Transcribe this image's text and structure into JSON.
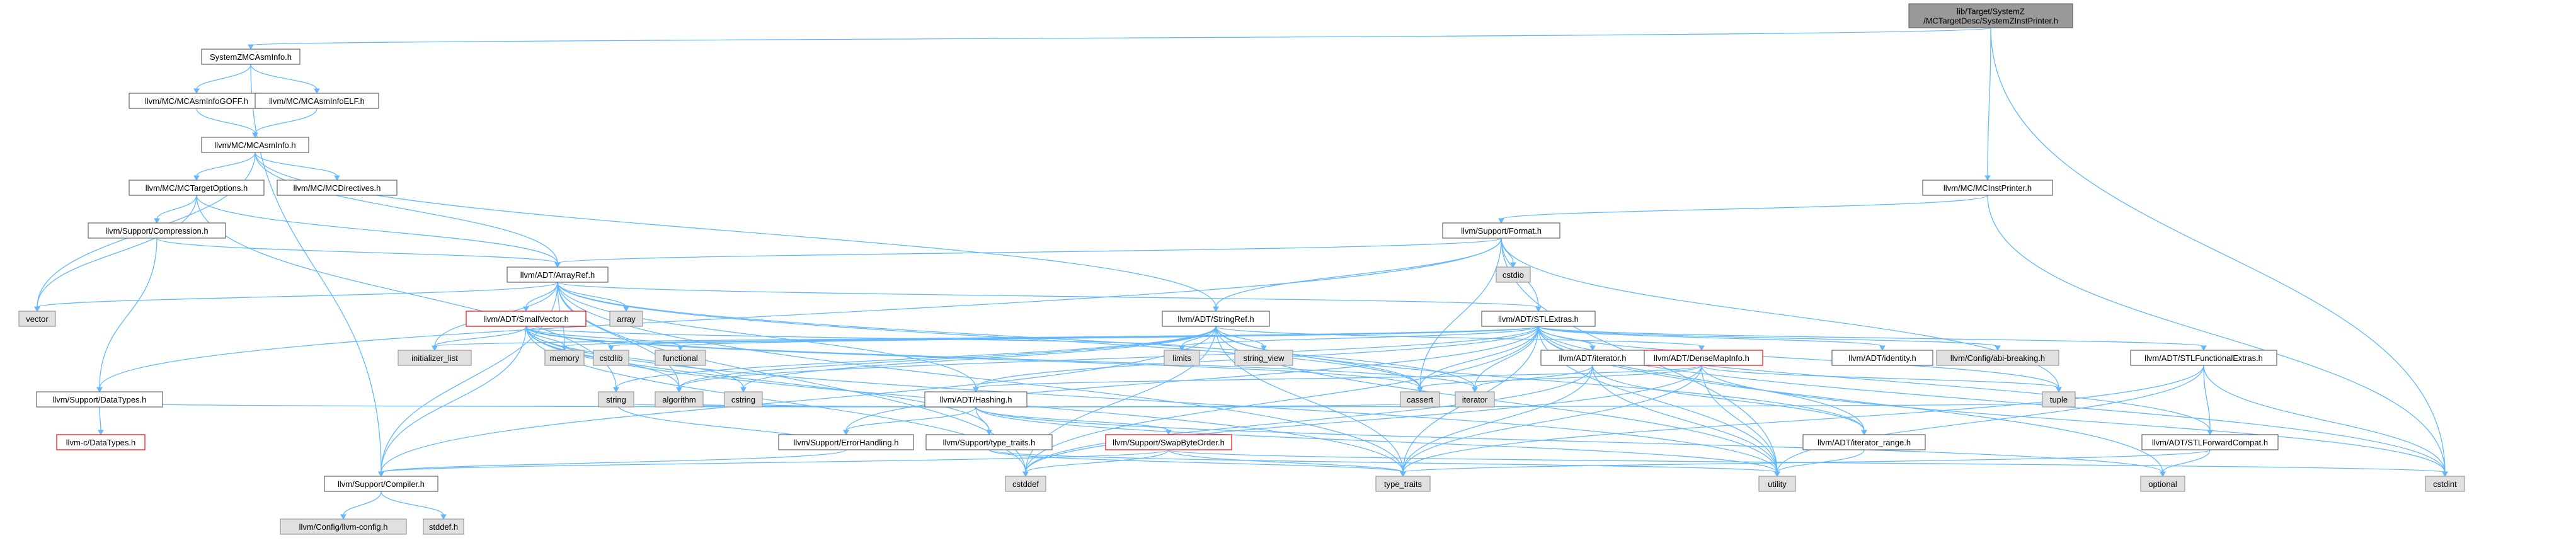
{
  "colors": {
    "edge": "#63b8ff",
    "root_fill": "#999999",
    "root_stroke": "#666666",
    "normal_fill": "#ffffff",
    "normal_stroke": "#666666",
    "external_fill": "#e0e0e0",
    "external_stroke": "#999999",
    "truncated_stroke": "#ff0000"
  },
  "graph": {
    "nodes": [
      {
        "id": "root",
        "lines": [
          "lib/Target/SystemZ",
          "/MCTargetDesc/SystemZInstPrinter.h"
        ],
        "kind": "root"
      },
      {
        "id": "SystemZMCAsmInfo",
        "lines": [
          "SystemZMCAsmInfo.h"
        ],
        "kind": "normal"
      },
      {
        "id": "MCAsmInfoGOFF",
        "lines": [
          "llvm/MC/MCAsmInfoGOFF.h"
        ],
        "kind": "normal"
      },
      {
        "id": "MCAsmInfoELF",
        "lines": [
          "llvm/MC/MCAsmInfoELF.h"
        ],
        "kind": "normal"
      },
      {
        "id": "MCAsmInfo",
        "lines": [
          "llvm/MC/MCAsmInfo.h"
        ],
        "kind": "normal"
      },
      {
        "id": "MCTargetOptions",
        "lines": [
          "llvm/MC/MCTargetOptions.h"
        ],
        "kind": "normal"
      },
      {
        "id": "MCDirectives",
        "lines": [
          "llvm/MC/MCDirectives.h"
        ],
        "kind": "normal"
      },
      {
        "id": "Compression",
        "lines": [
          "llvm/Support/Compression.h"
        ],
        "kind": "normal"
      },
      {
        "id": "MCInstPrinter",
        "lines": [
          "llvm/MC/MCInstPrinter.h"
        ],
        "kind": "normal"
      },
      {
        "id": "Format",
        "lines": [
          "llvm/Support/Format.h"
        ],
        "kind": "normal"
      },
      {
        "id": "cstdio",
        "lines": [
          "cstdio"
        ],
        "kind": "external"
      },
      {
        "id": "ArrayRef",
        "lines": [
          "llvm/ADT/ArrayRef.h"
        ],
        "kind": "normal"
      },
      {
        "id": "vector",
        "lines": [
          "vector"
        ],
        "kind": "external"
      },
      {
        "id": "array",
        "lines": [
          "array"
        ],
        "kind": "external"
      },
      {
        "id": "SmallVector",
        "lines": [
          "llvm/ADT/SmallVector.h"
        ],
        "kind": "truncated"
      },
      {
        "id": "StringRef",
        "lines": [
          "llvm/ADT/StringRef.h"
        ],
        "kind": "normal"
      },
      {
        "id": "STLExtras",
        "lines": [
          "llvm/ADT/STLExtras.h"
        ],
        "kind": "normal"
      },
      {
        "id": "initializer_list",
        "lines": [
          "initializer_list"
        ],
        "kind": "external"
      },
      {
        "id": "memory",
        "lines": [
          "memory"
        ],
        "kind": "external"
      },
      {
        "id": "cstdlib",
        "lines": [
          "cstdlib"
        ],
        "kind": "external"
      },
      {
        "id": "functional",
        "lines": [
          "functional"
        ],
        "kind": "external"
      },
      {
        "id": "limits",
        "lines": [
          "limits"
        ],
        "kind": "external"
      },
      {
        "id": "string_view",
        "lines": [
          "string_view"
        ],
        "kind": "external"
      },
      {
        "id": "DenseMapInfo",
        "lines": [
          "llvm/ADT/DenseMapInfo.h"
        ],
        "kind": "truncated"
      },
      {
        "id": "ADTiterator",
        "lines": [
          "llvm/ADT/iterator.h"
        ],
        "kind": "normal"
      },
      {
        "id": "identity",
        "lines": [
          "llvm/ADT/identity.h"
        ],
        "kind": "normal"
      },
      {
        "id": "abibreaking",
        "lines": [
          "llvm/Config/abi-breaking.h"
        ],
        "kind": "external"
      },
      {
        "id": "STLFunctionalExtras",
        "lines": [
          "llvm/ADT/STLFunctionalExtras.h"
        ],
        "kind": "normal"
      },
      {
        "id": "Hashing",
        "lines": [
          "llvm/ADT/Hashing.h"
        ],
        "kind": "normal"
      },
      {
        "id": "DataTypesSupport",
        "lines": [
          "llvm/Support/DataTypes.h"
        ],
        "kind": "normal"
      },
      {
        "id": "cDataTypes",
        "lines": [
          "llvm-c/DataTypes.h"
        ],
        "kind": "truncated"
      },
      {
        "id": "string",
        "lines": [
          "string"
        ],
        "kind": "external"
      },
      {
        "id": "algorithm",
        "lines": [
          "algorithm"
        ],
        "kind": "external"
      },
      {
        "id": "cstring",
        "lines": [
          "cstring"
        ],
        "kind": "external"
      },
      {
        "id": "ErrorHandling",
        "lines": [
          "llvm/Support/ErrorHandling.h"
        ],
        "kind": "normal"
      },
      {
        "id": "type_traits_support",
        "lines": [
          "llvm/Support/type_traits.h"
        ],
        "kind": "normal"
      },
      {
        "id": "SwapByteOrder",
        "lines": [
          "llvm/Support/SwapByteOrder.h"
        ],
        "kind": "truncated"
      },
      {
        "id": "cassert",
        "lines": [
          "cassert"
        ],
        "kind": "external"
      },
      {
        "id": "iterator",
        "lines": [
          "iterator"
        ],
        "kind": "external"
      },
      {
        "id": "iterator_range",
        "lines": [
          "llvm/ADT/iterator_range.h"
        ],
        "kind": "normal"
      },
      {
        "id": "tuple",
        "lines": [
          "tuple"
        ],
        "kind": "external"
      },
      {
        "id": "STLForwardCompat",
        "lines": [
          "llvm/ADT/STLForwardCompat.h"
        ],
        "kind": "normal"
      },
      {
        "id": "Compiler",
        "lines": [
          "llvm/Support/Compiler.h"
        ],
        "kind": "normal"
      },
      {
        "id": "llvmconfig",
        "lines": [
          "llvm/Config/llvm-config.h"
        ],
        "kind": "external"
      },
      {
        "id": "stddef",
        "lines": [
          "stddef.h"
        ],
        "kind": "external"
      },
      {
        "id": "cstddef",
        "lines": [
          "cstddef"
        ],
        "kind": "external"
      },
      {
        "id": "type_traits",
        "lines": [
          "type_traits"
        ],
        "kind": "external"
      },
      {
        "id": "utility",
        "lines": [
          "utility"
        ],
        "kind": "external"
      },
      {
        "id": "optional",
        "lines": [
          "optional"
        ],
        "kind": "external"
      },
      {
        "id": "cstdint",
        "lines": [
          "cstdint"
        ],
        "kind": "external"
      }
    ],
    "edges": [
      [
        "root",
        "SystemZMCAsmInfo"
      ],
      [
        "root",
        "MCInstPrinter"
      ],
      [
        "root",
        "cstdint"
      ],
      [
        "SystemZMCAsmInfo",
        "MCAsmInfoGOFF"
      ],
      [
        "SystemZMCAsmInfo",
        "MCAsmInfoELF"
      ],
      [
        "SystemZMCAsmInfo",
        "Compiler"
      ],
      [
        "MCAsmInfoGOFF",
        "MCAsmInfo"
      ],
      [
        "MCAsmInfoELF",
        "MCAsmInfo"
      ],
      [
        "MCAsmInfo",
        "MCTargetOptions"
      ],
      [
        "MCAsmInfo",
        "MCDirectives"
      ],
      [
        "MCAsmInfo",
        "StringRef"
      ],
      [
        "MCAsmInfo",
        "vector"
      ],
      [
        "MCAsmInfo",
        "ArrayRef"
      ],
      [
        "MCTargetOptions",
        "Compression"
      ],
      [
        "MCTargetOptions",
        "ArrayRef"
      ],
      [
        "MCTargetOptions",
        "string"
      ],
      [
        "MCTargetOptions",
        "vector"
      ],
      [
        "Compression",
        "ArrayRef"
      ],
      [
        "Compression",
        "DataTypesSupport"
      ],
      [
        "MCInstPrinter",
        "Format"
      ],
      [
        "MCInstPrinter",
        "cstdint"
      ],
      [
        "Format",
        "ArrayRef"
      ],
      [
        "Format",
        "STLExtras"
      ],
      [
        "Format",
        "StringRef"
      ],
      [
        "Format",
        "DataTypesSupport"
      ],
      [
        "Format",
        "cassert"
      ],
      [
        "Format",
        "cstdio"
      ],
      [
        "Format",
        "tuple"
      ],
      [
        "Format",
        "utility"
      ],
      [
        "ArrayRef",
        "Hashing"
      ],
      [
        "ArrayRef",
        "SmallVector"
      ],
      [
        "ArrayRef",
        "STLExtras"
      ],
      [
        "ArrayRef",
        "Compiler"
      ],
      [
        "ArrayRef",
        "algorithm"
      ],
      [
        "ArrayRef",
        "array"
      ],
      [
        "ArrayRef",
        "cassert"
      ],
      [
        "ArrayRef",
        "cstddef"
      ],
      [
        "ArrayRef",
        "initializer_list"
      ],
      [
        "ArrayRef",
        "iterator"
      ],
      [
        "ArrayRef",
        "memory"
      ],
      [
        "ArrayRef",
        "type_traits"
      ],
      [
        "ArrayRef",
        "vector"
      ],
      [
        "SmallVector",
        "Compiler"
      ],
      [
        "SmallVector",
        "type_traits_support"
      ],
      [
        "SmallVector",
        "algorithm"
      ],
      [
        "SmallVector",
        "cassert"
      ],
      [
        "SmallVector",
        "cstddef"
      ],
      [
        "SmallVector",
        "cstdlib"
      ],
      [
        "SmallVector",
        "cstring"
      ],
      [
        "SmallVector",
        "functional"
      ],
      [
        "SmallVector",
        "initializer_list"
      ],
      [
        "SmallVector",
        "iterator"
      ],
      [
        "SmallVector",
        "limits"
      ],
      [
        "SmallVector",
        "memory"
      ],
      [
        "SmallVector",
        "new"
      ],
      [
        "SmallVector",
        "type_traits"
      ],
      [
        "SmallVector",
        "utility"
      ],
      [
        "StringRef",
        "DenseMapInfo"
      ],
      [
        "StringRef",
        "iterator_range"
      ],
      [
        "StringRef",
        "Compiler"
      ],
      [
        "StringRef",
        "algorithm"
      ],
      [
        "StringRef",
        "cassert"
      ],
      [
        "StringRef",
        "cstddef"
      ],
      [
        "StringRef",
        "cstring"
      ],
      [
        "StringRef",
        "limits"
      ],
      [
        "StringRef",
        "string"
      ],
      [
        "StringRef",
        "string_view"
      ],
      [
        "StringRef",
        "type_traits"
      ],
      [
        "StringRef",
        "utility"
      ],
      [
        "STLExtras",
        "ADTiterator"
      ],
      [
        "STLExtras",
        "identity"
      ],
      [
        "STLExtras",
        "abibreaking"
      ],
      [
        "STLExtras",
        "STLForwardCompat"
      ],
      [
        "STLExtras",
        "STLFunctionalExtras"
      ],
      [
        "STLExtras",
        "iterator_range"
      ],
      [
        "STLExtras",
        "Hashing"
      ],
      [
        "STLExtras",
        "ErrorHandling"
      ],
      [
        "STLExtras",
        "algorithm"
      ],
      [
        "STLExtras",
        "cassert"
      ],
      [
        "STLExtras",
        "cstddef"
      ],
      [
        "STLExtras",
        "cstdint"
      ],
      [
        "STLExtras",
        "cstdlib"
      ],
      [
        "STLExtras",
        "functional"
      ],
      [
        "STLExtras",
        "initializer_list"
      ],
      [
        "STLExtras",
        "iterator"
      ],
      [
        "STLExtras",
        "limits"
      ],
      [
        "STLExtras",
        "memory"
      ],
      [
        "STLExtras",
        "optional"
      ],
      [
        "STLExtras",
        "tuple"
      ],
      [
        "STLExtras",
        "type_traits"
      ],
      [
        "STLExtras",
        "utility"
      ],
      [
        "DenseMapInfo",
        "Hashing"
      ],
      [
        "DenseMapInfo",
        "cassert"
      ],
      [
        "DenseMapInfo",
        "cstddef"
      ],
      [
        "DenseMapInfo",
        "cstdint"
      ],
      [
        "DenseMapInfo",
        "tuple"
      ],
      [
        "DenseMapInfo",
        "type_traits"
      ],
      [
        "DenseMapInfo",
        "utility"
      ],
      [
        "ADTiterator",
        "iterator_range"
      ],
      [
        "ADTiterator",
        "cstddef"
      ],
      [
        "ADTiterator",
        "iterator"
      ],
      [
        "ADTiterator",
        "type_traits"
      ],
      [
        "ADTiterator",
        "utility"
      ],
      [
        "STLFunctionalExtras",
        "STLForwardCompat"
      ],
      [
        "STLFunctionalExtras",
        "cstdint"
      ],
      [
        "STLFunctionalExtras",
        "type_traits"
      ],
      [
        "STLFunctionalExtras",
        "utility"
      ],
      [
        "STLForwardCompat",
        "optional"
      ],
      [
        "STLForwardCompat",
        "type_traits"
      ],
      [
        "Hashing",
        "DataTypesSupport"
      ],
      [
        "Hashing",
        "ErrorHandling"
      ],
      [
        "Hashing",
        "SwapByteOrder"
      ],
      [
        "Hashing",
        "type_traits_support"
      ],
      [
        "Hashing",
        "algorithm"
      ],
      [
        "Hashing",
        "cassert"
      ],
      [
        "Hashing",
        "cstring"
      ],
      [
        "Hashing",
        "optional"
      ],
      [
        "Hashing",
        "string"
      ],
      [
        "Hashing",
        "tuple"
      ],
      [
        "Hashing",
        "utility"
      ],
      [
        "DataTypesSupport",
        "cDataTypes"
      ],
      [
        "ErrorHandling",
        "Compiler"
      ],
      [
        "ErrorHandling",
        "string"
      ],
      [
        "type_traits_support",
        "type_traits"
      ],
      [
        "type_traits_support",
        "utility"
      ],
      [
        "SwapByteOrder",
        "Compiler"
      ],
      [
        "SwapByteOrder",
        "cstddef"
      ],
      [
        "SwapByteOrder",
        "cstdint"
      ],
      [
        "SwapByteOrder",
        "type_traits"
      ],
      [
        "iterator_range",
        "utility"
      ],
      [
        "Compiler",
        "llvmconfig"
      ],
      [
        "Compiler",
        "stddef"
      ]
    ]
  }
}
